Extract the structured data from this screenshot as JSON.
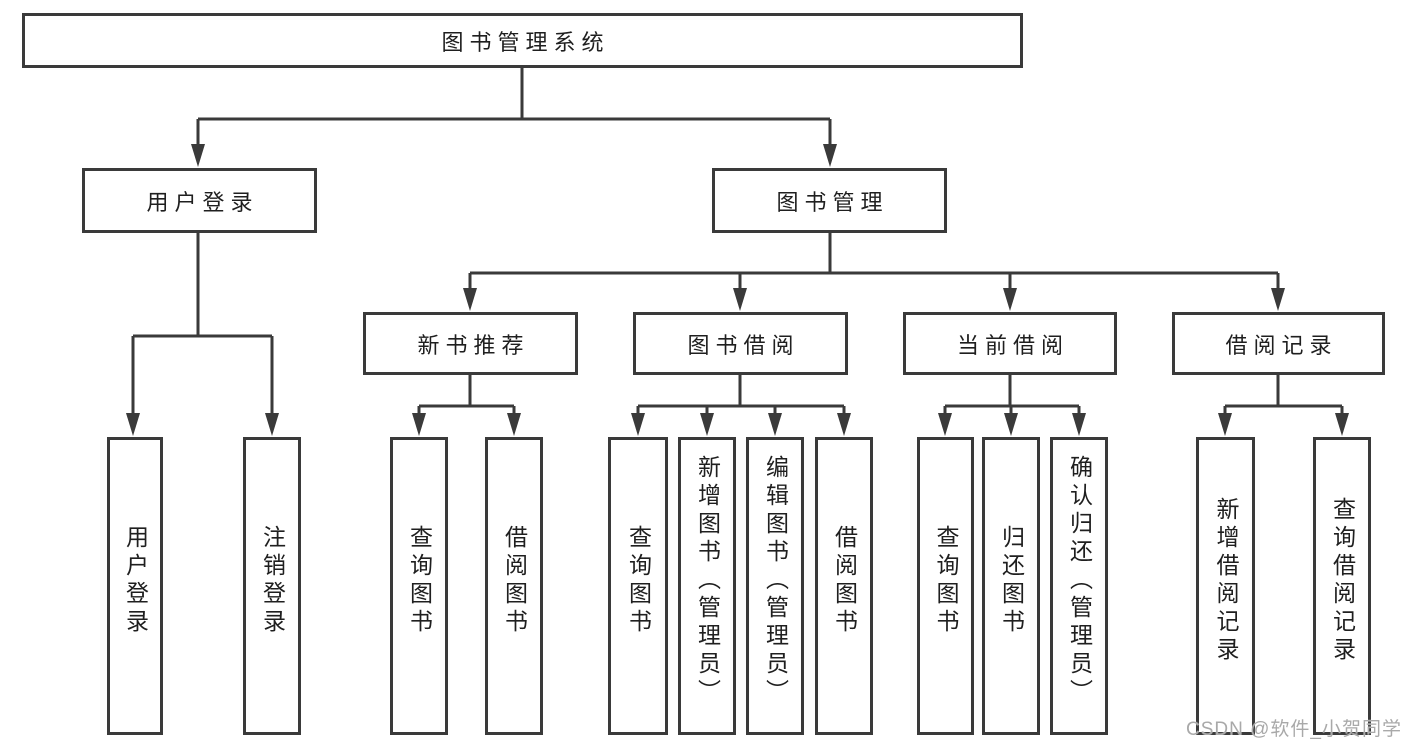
{
  "diagram": {
    "type": "hierarchy-tree",
    "colors": {
      "line": "#3a3a3a",
      "box_border": "#3a3a3a",
      "box_background": "#ffffff",
      "text": "#1f1f1f",
      "watermark": "#a9a9a9"
    },
    "nodes": {
      "root": {
        "label": "图书管理系统"
      },
      "user_login": {
        "label": "用户登录"
      },
      "book_mgmt": {
        "label": "图书管理"
      },
      "new_book_rec": {
        "label": "新书推荐"
      },
      "book_borrow": {
        "label": "图书借阅"
      },
      "current_borrow": {
        "label": "当前借阅"
      },
      "borrow_record": {
        "label": "借阅记录"
      },
      "ul_user_login": {
        "label": "用户登录"
      },
      "ul_logout": {
        "label": "注销登录"
      },
      "nbr_query": {
        "label": "查询图书"
      },
      "nbr_borrow": {
        "label": "借阅图书"
      },
      "bb_query": {
        "label": "查询图书"
      },
      "bb_add": {
        "label": "新增图书（管理员）"
      },
      "bb_edit": {
        "label": "编辑图书（管理员）"
      },
      "bb_borrow": {
        "label": "借阅图书"
      },
      "cb_query": {
        "label": "查询图书"
      },
      "cb_return": {
        "label": "归还图书"
      },
      "cb_confirm": {
        "label": "确认归还（管理员）"
      },
      "br_add": {
        "label": "新增借阅记录"
      },
      "br_query": {
        "label": "查询借阅记录"
      }
    },
    "structure": {
      "图书管理系统": {
        "用户登录": [
          "用户登录",
          "注销登录"
        ],
        "图书管理": {
          "新书推荐": [
            "查询图书",
            "借阅图书"
          ],
          "图书借阅": [
            "查询图书",
            "新增图书（管理员）",
            "编辑图书（管理员）",
            "借阅图书"
          ],
          "当前借阅": [
            "查询图书",
            "归还图书",
            "确认归还（管理员）"
          ],
          "借阅记录": [
            "新增借阅记录",
            "查询借阅记录"
          ]
        }
      }
    },
    "watermark": "CSDN @软件_小贺同学"
  }
}
